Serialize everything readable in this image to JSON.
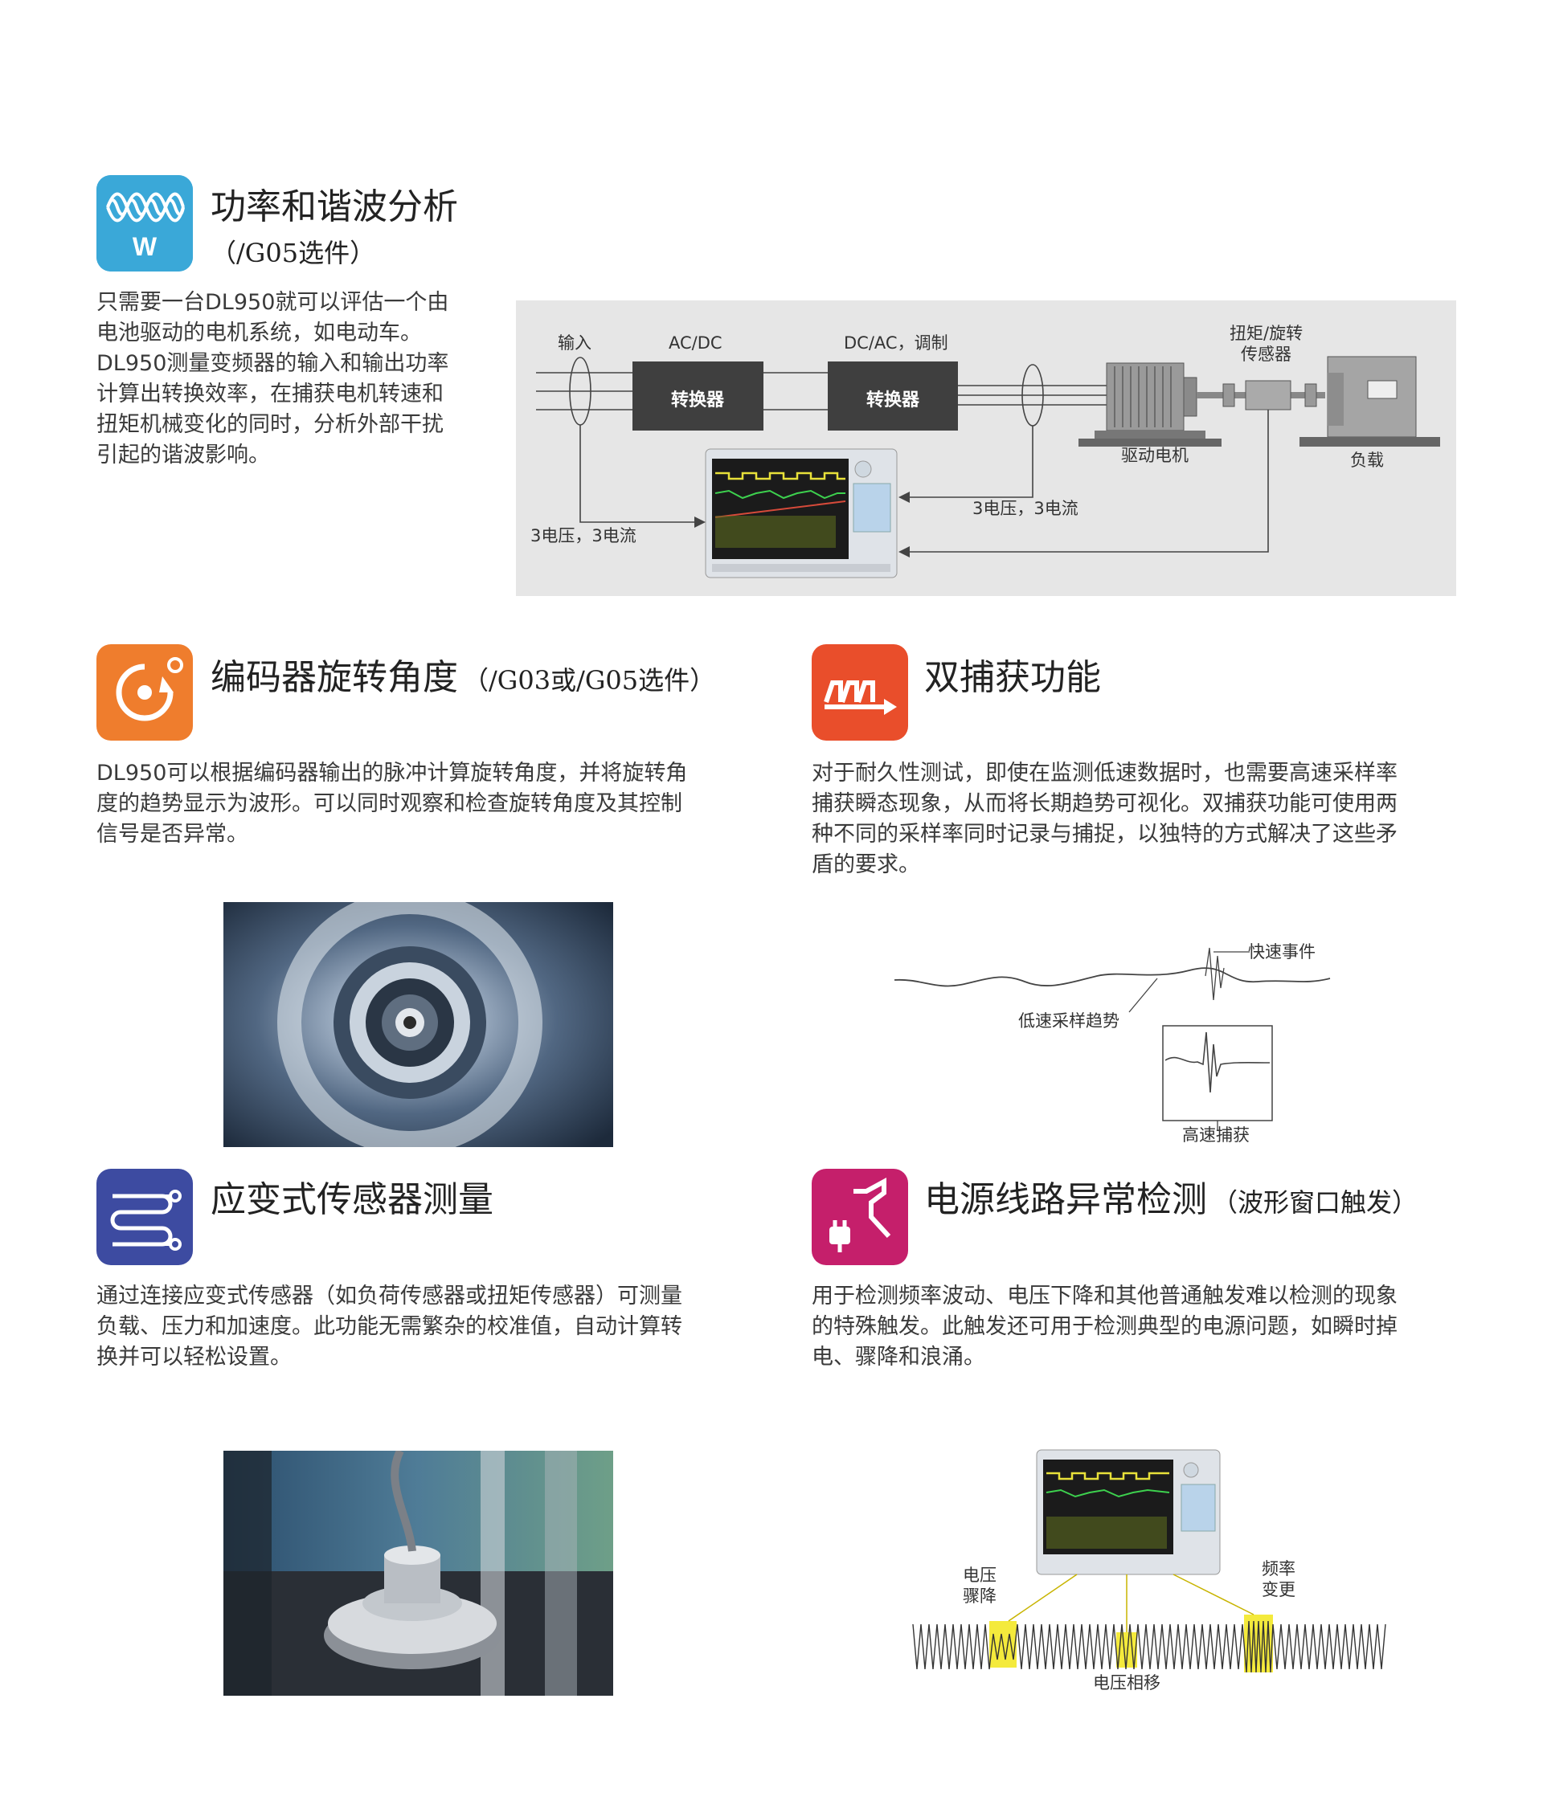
{
  "sections": {
    "power": {
      "title": "功率和谐波分析",
      "subtitle": "（/G05选件）",
      "icon_letter": "W",
      "color": "#3aa8d8",
      "body": [
        "只需要一台DL950就可以评估一个由",
        "电池驱动的电机系统，如电动车。",
        "DL950测量变频器的输入和输出功率",
        "计算出转换效率，在捕获电机转速和",
        "扭矩机械变化的同时，分析外部干扰",
        "引起的谐波影响。"
      ],
      "diagram": {
        "input": "输入",
        "acdc": "AC/DC",
        "dcac": "DC/AC，调制",
        "converter1": "转换器",
        "converter2": "转换器",
        "sensor": [
          "扭矩/旋转",
          "传感器"
        ],
        "motor": "驱动电机",
        "load": "负载",
        "vi_right": "3电压，3电流",
        "vi_left": "3电压，3电流"
      }
    },
    "encoder": {
      "title": "编码器旋转角度",
      "subtitle": "（/G03或/G05选件）",
      "color": "#ef7d2d",
      "body": [
        "DL950可以根据编码器输出的脉冲计算旋转角度，并将旋转角",
        "度的趋势显示为波形。可以同时观察和检查旋转角度及其控制",
        "信号是否异常。"
      ]
    },
    "dual": {
      "title": "双捕获功能",
      "color": "#e94e2b",
      "body": [
        "对于耐久性测试，即使在监测低速数据时，也需要高速采样率",
        "捕获瞬态现象，从而将长期趋势可视化。双捕获功能可使用两",
        "种不同的采样率同时记录与捕捉，以独特的方式解决了这些矛",
        "盾的要求。"
      ],
      "diagram": {
        "fast_event": "快速事件",
        "slow_trend": "低速采样趋势",
        "fast_capture": "高速捕获"
      }
    },
    "strain": {
      "title": "应变式传感器测量",
      "color": "#3d4ba1",
      "body": [
        "通过连接应变式传感器（如负荷传感器或扭矩传感器）可测量",
        "负载、压力和加速度。此功能无需繁杂的校准值，自动计算转",
        "换并可以轻松设置。"
      ]
    },
    "powerline": {
      "title": "电源线路异常检测",
      "subtitle": "（波形窗口触发）",
      "color": "#c51f6b",
      "body": [
        "用于检测频率波动、电压下降和其他普通触发难以检测的现象",
        "的特殊触发。此触发还可用于检测典型的电源问题，如瞬时掉",
        "电、骤降和浪涌。"
      ],
      "diagram": {
        "voltage_sag": [
          "电压",
          "骤降"
        ],
        "freq_change": [
          "频率",
          "变更"
        ],
        "phase_shift": "电压相移"
      }
    }
  }
}
